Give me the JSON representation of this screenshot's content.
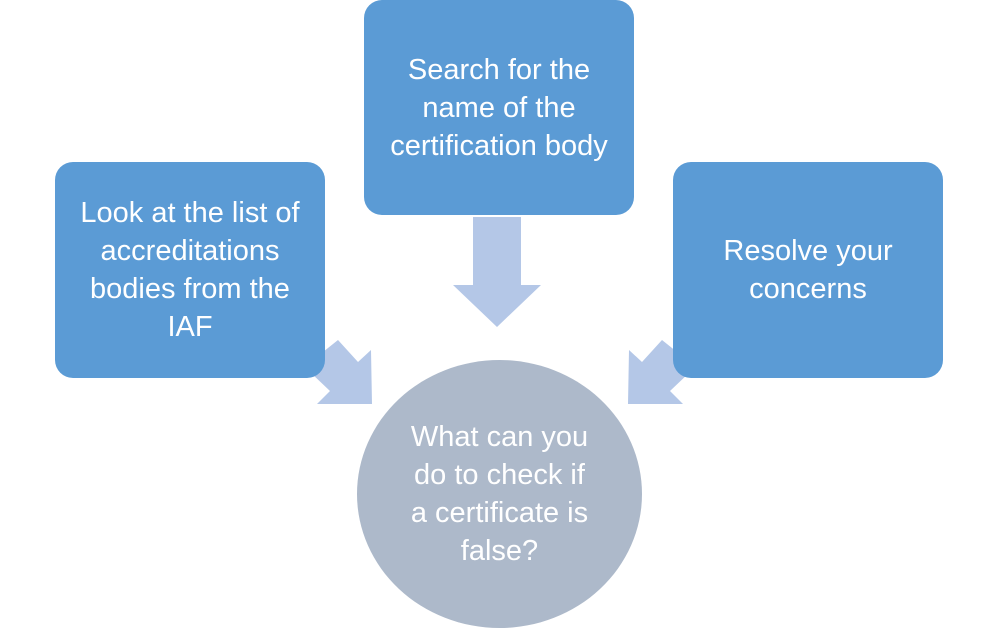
{
  "colors": {
    "box": "#5b9bd5",
    "circle": "#adb9ca",
    "arrow": "#b4c7e7"
  },
  "diagram": {
    "center": {
      "text": "What can you\ndo to check if\na certificate is\nfalse?"
    },
    "steps": [
      {
        "text": "Look at the list of\naccreditations\nbodies from the\nIAF"
      },
      {
        "text": "Search for the\nname of the\ncertification body"
      },
      {
        "text": "Resolve your\nconcerns"
      }
    ]
  }
}
